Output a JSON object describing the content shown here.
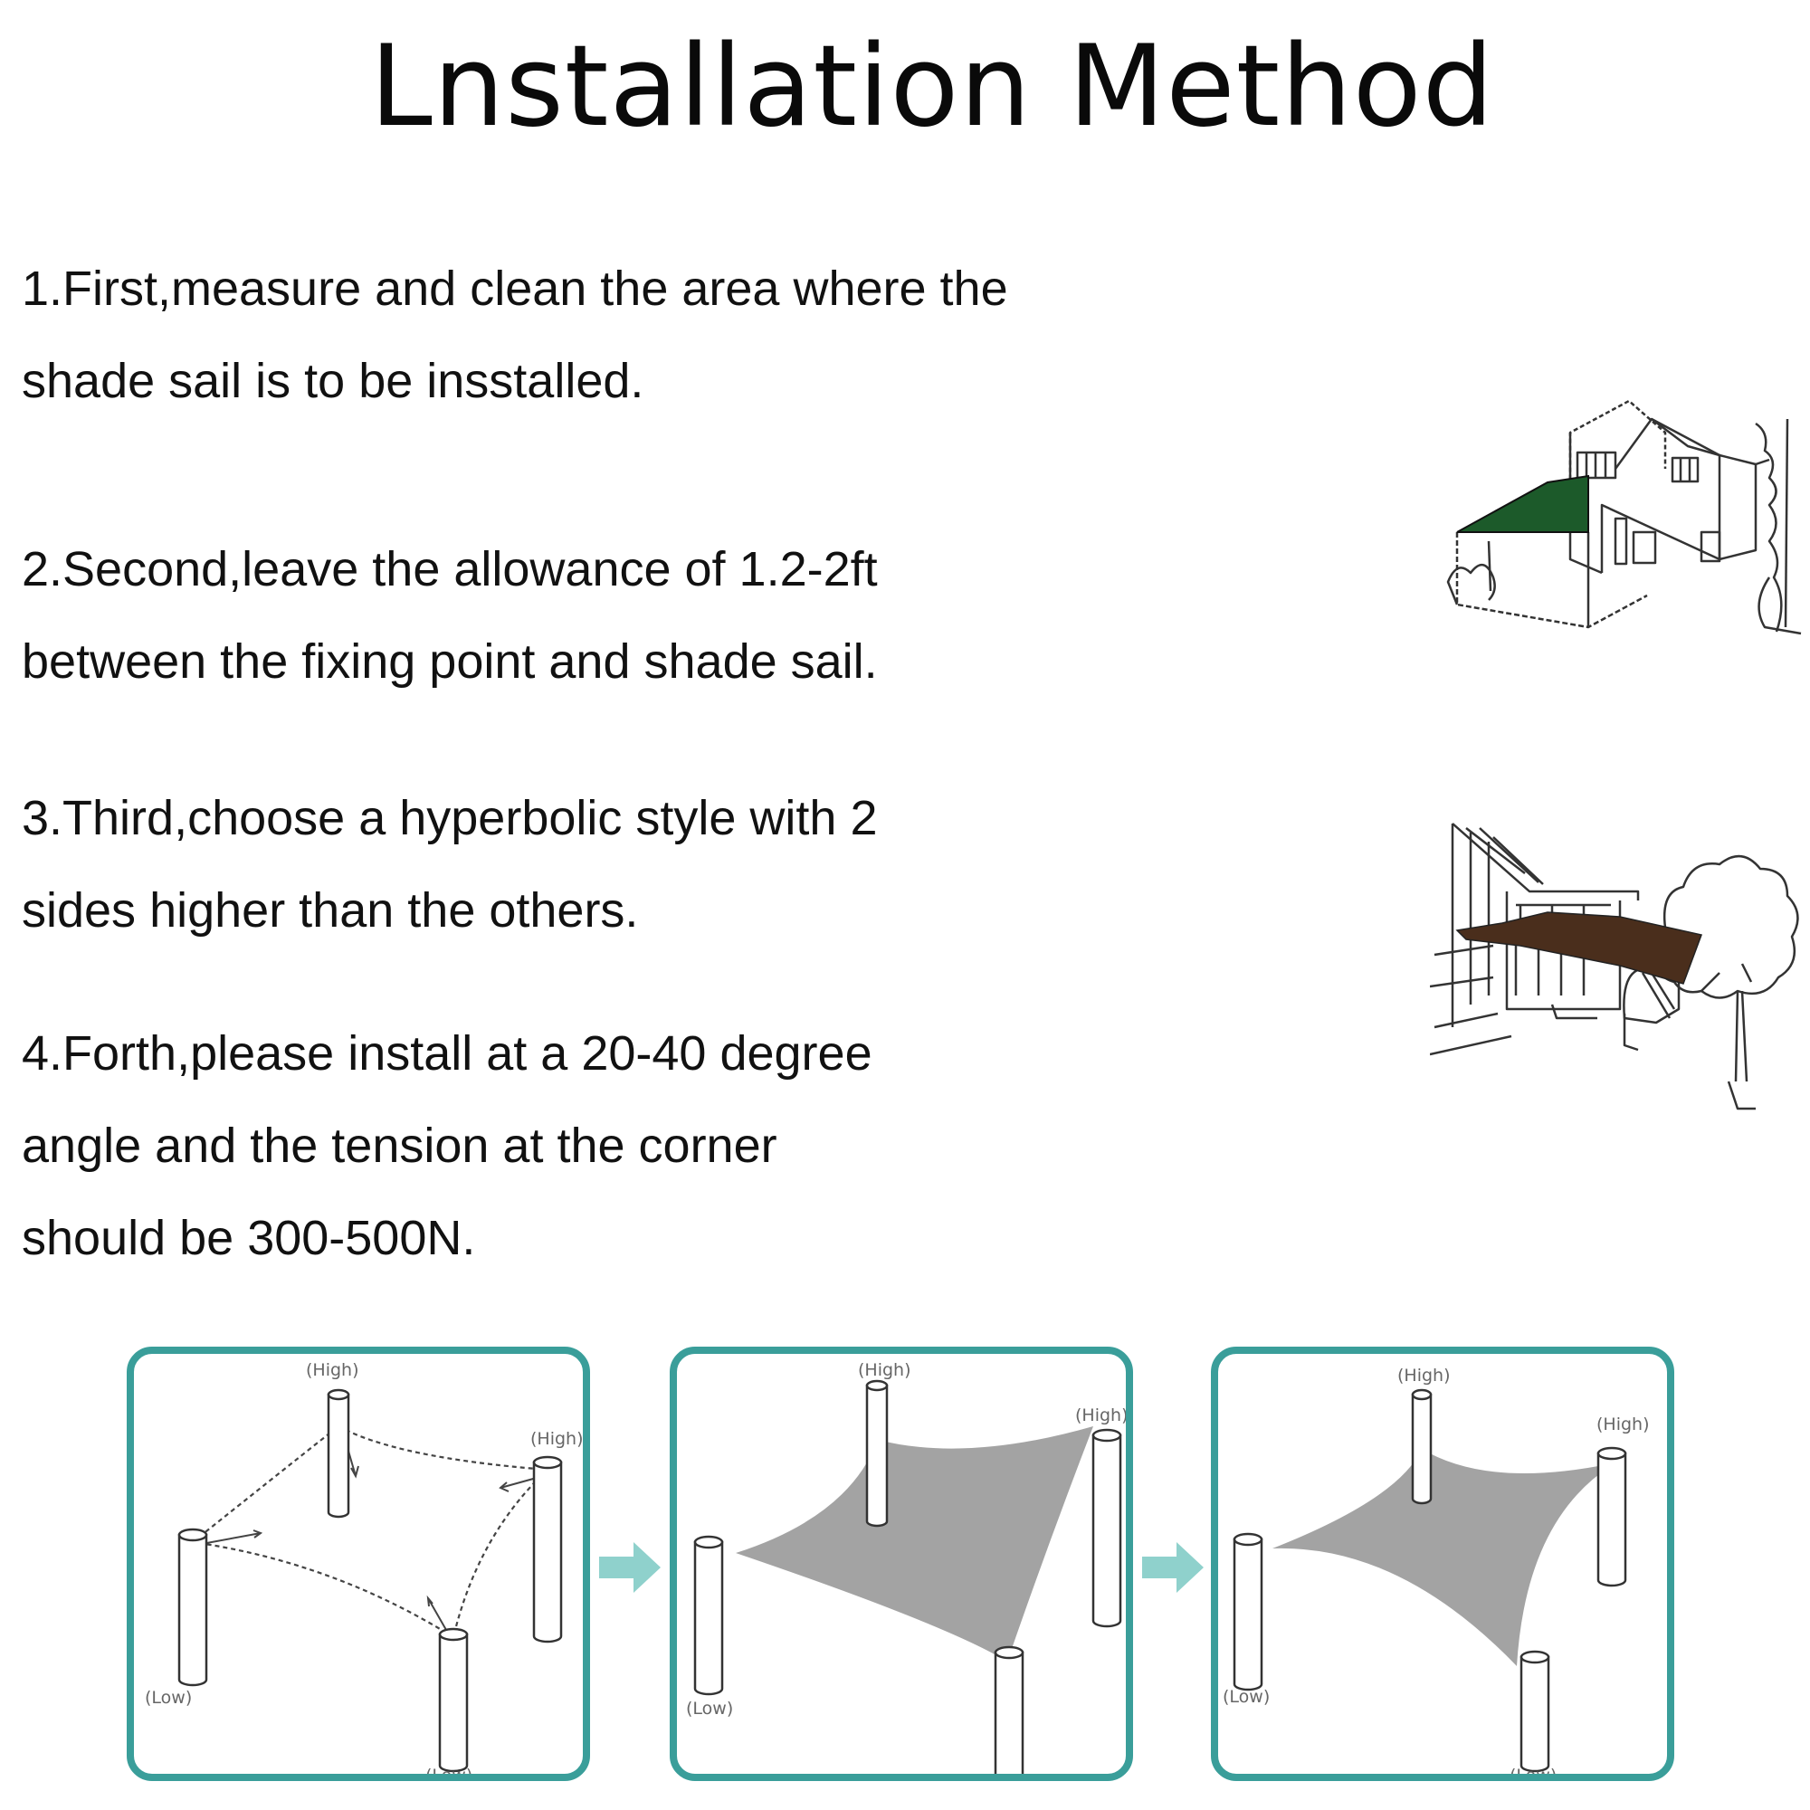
{
  "title": "Lnstallation Method",
  "steps": [
    {
      "lines": [
        "1.First,measure and clean the area where the",
        "shade sail is to be insstalled."
      ]
    },
    {
      "lines": [
        "2.Second,leave the allowance of 1.2-2ft",
        "between the fixing point and shade sail."
      ]
    },
    {
      "lines": [
        "3.Third,choose a hyperbolic style with 2",
        "sides higher than the others."
      ]
    },
    {
      "lines": [
        "4.Forth,please install at a 20-40 degree",
        "angle and the tension at the corner",
        "should be 300-500N."
      ]
    }
  ],
  "panel_labels": {
    "high": "(High)",
    "low": "(Low)"
  },
  "colors": {
    "panel_border": "#3a9e9a",
    "arrow": "#8fd1cc",
    "sail_gray": "#a3a3a3",
    "sail_green": "#1c5a2a",
    "sail_brown": "#4a2e1c"
  }
}
